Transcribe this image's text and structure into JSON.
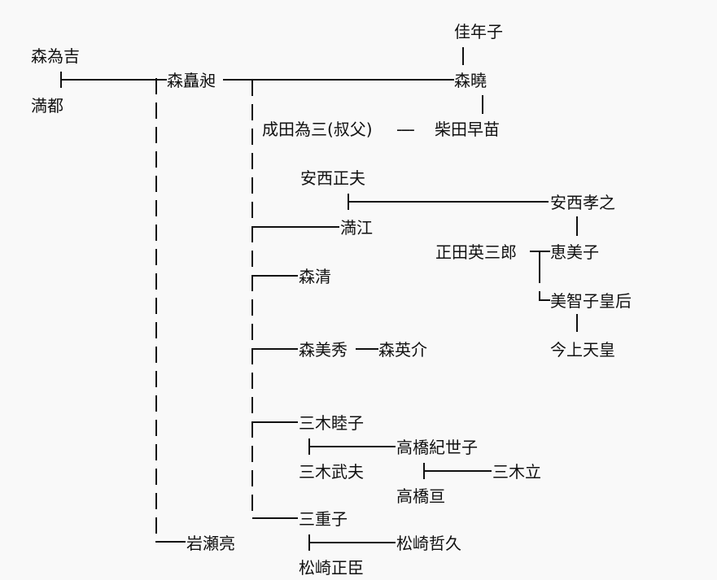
{
  "people": {
    "mori_tamekichi": "森為吉",
    "mitsuto": "満都",
    "mori_todoroki": "森矗昶",
    "iwase_ryo": "岩瀬亮",
    "kanen": "佳年子",
    "mori_akira": "森曉",
    "narita": "成田為三(叔父)",
    "shibata_sanae": "柴田早苗",
    "anzai_masao": "安西正夫",
    "anzai_takayuki": "安西孝之",
    "mitsue": "満江",
    "shoda_eizaburo": "正田英三郎",
    "emiko": "恵美子",
    "mori_kiyoshi": "森清",
    "michiko": "美智子皇后",
    "kinjo": "今上天皇",
    "mori_yoshihide": "森美秀",
    "mori_eisuke": "森英介",
    "miki_mutsuko": "三木睦子",
    "takahashi_kiyoko": "高橋紀世子",
    "miki_takeo": "三木武夫",
    "miki_ritsu": "三木立",
    "takahashi_wataru": "高橋亘",
    "mieko": "三重子",
    "matsuzaki_tetsuhisa": "松崎哲久",
    "matsuzaki_masaomi": "松崎正臣"
  },
  "links": {
    "narita_shibata": "----"
  }
}
